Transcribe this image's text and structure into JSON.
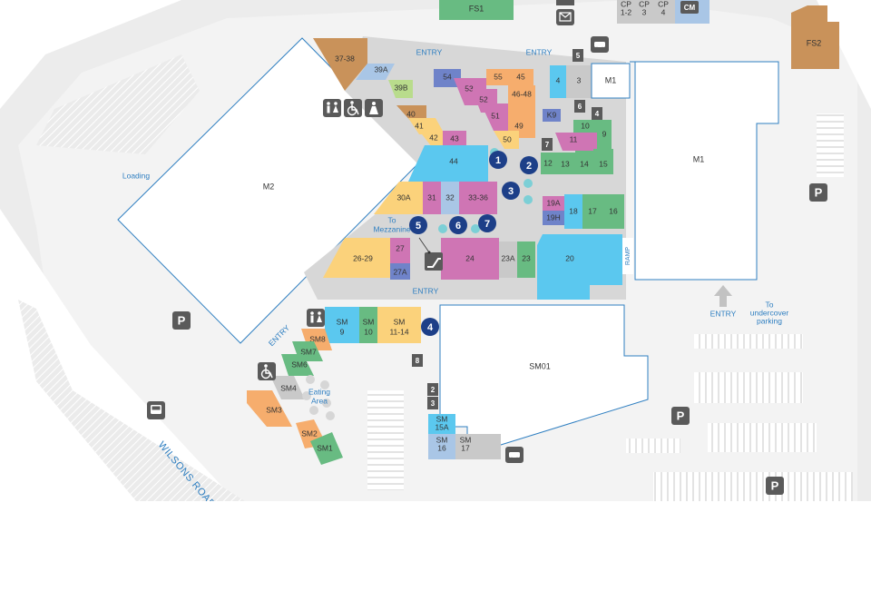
{
  "labels": {
    "fs1": "FS1",
    "fs2": "FS2",
    "m1": "M1",
    "m1_small": "M1",
    "m2": "M2",
    "sm01": "SM01",
    "loading": "Loading",
    "entry": "ENTRY",
    "to_mezzanine_1": "To",
    "to_mezzanine_2": "Mezzanine",
    "to_undercover_1": "To",
    "to_undercover_2": "undercover",
    "to_undercover_3": "parking",
    "ramp": "RAMP",
    "eating_1": "Eating",
    "eating_2": "Area",
    "wilsons_road": "WILSONS ROAD",
    "cp_1": "CP",
    "cp_1_num": "1-2",
    "cp_2": "CP",
    "cp_2_num": "3",
    "cp_3": "CP",
    "cp_3_num": "4",
    "cm": "CM"
  },
  "units": [
    "37-38",
    "39A",
    "39B",
    "40",
    "41",
    "42",
    "43",
    "44",
    "45",
    "46-48",
    "49",
    "50",
    "51",
    "52",
    "53",
    "54",
    "55",
    "4",
    "3",
    "K9",
    "10",
    "9",
    "11",
    "12",
    "13",
    "14",
    "15",
    "19A",
    "19H",
    "18",
    "17",
    "16",
    "20",
    "23A",
    "23",
    "24",
    "26-29",
    "27",
    "27A",
    "30A",
    "31",
    "32",
    "33-36",
    "SM",
    "9",
    "10",
    "11-14",
    "SM8",
    "SM7",
    "SM6",
    "SM4",
    "SM3",
    "SM2",
    "SM1",
    "SM",
    "15A",
    "16",
    "17"
  ],
  "markers": [
    "1",
    "2",
    "3",
    "4",
    "5",
    "6",
    "7"
  ],
  "lift_signs": [
    "5",
    "6",
    "7",
    "4",
    "8",
    "2",
    "3"
  ],
  "colors": {
    "blue": "#5bc8ef",
    "pink": "#cf75b4",
    "green": "#68bb82",
    "orange": "#f6ad6d",
    "yellow": "#fbd27b",
    "brown": "#c9925a",
    "periwinkle": "#6f83c9",
    "lightblue": "#a9c6e6",
    "lime": "#b9dc8c",
    "marker": "#1d3f88",
    "teal": "#7ccfd6",
    "icon": "#5a5a5a"
  }
}
